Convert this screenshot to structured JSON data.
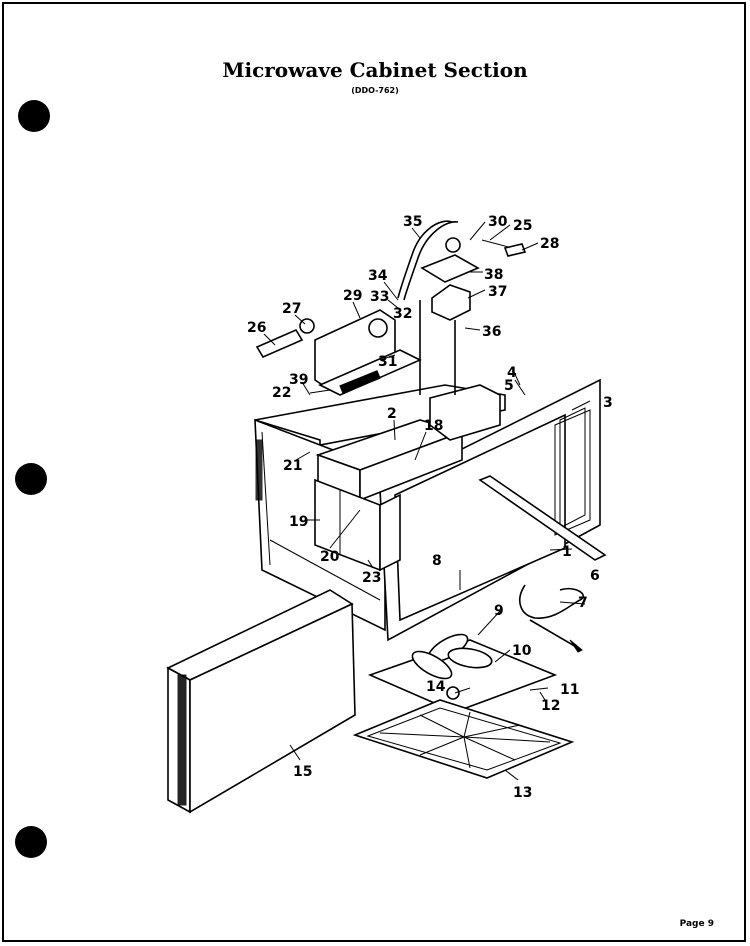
{
  "page": {
    "title": "Microwave Cabinet Section",
    "subtitle": "(DDO-762)",
    "page_number": "Page 9"
  },
  "callouts": [
    "35",
    "30",
    "25",
    "28",
    "38",
    "37",
    "34",
    "33",
    "32",
    "36",
    "27",
    "29",
    "26",
    "31",
    "4",
    "5",
    "3",
    "39",
    "22",
    "2",
    "18",
    "21",
    "19",
    "20",
    "23",
    "8",
    "1",
    "6",
    "7",
    "9",
    "10",
    "14",
    "11",
    "12",
    "15",
    "13"
  ]
}
